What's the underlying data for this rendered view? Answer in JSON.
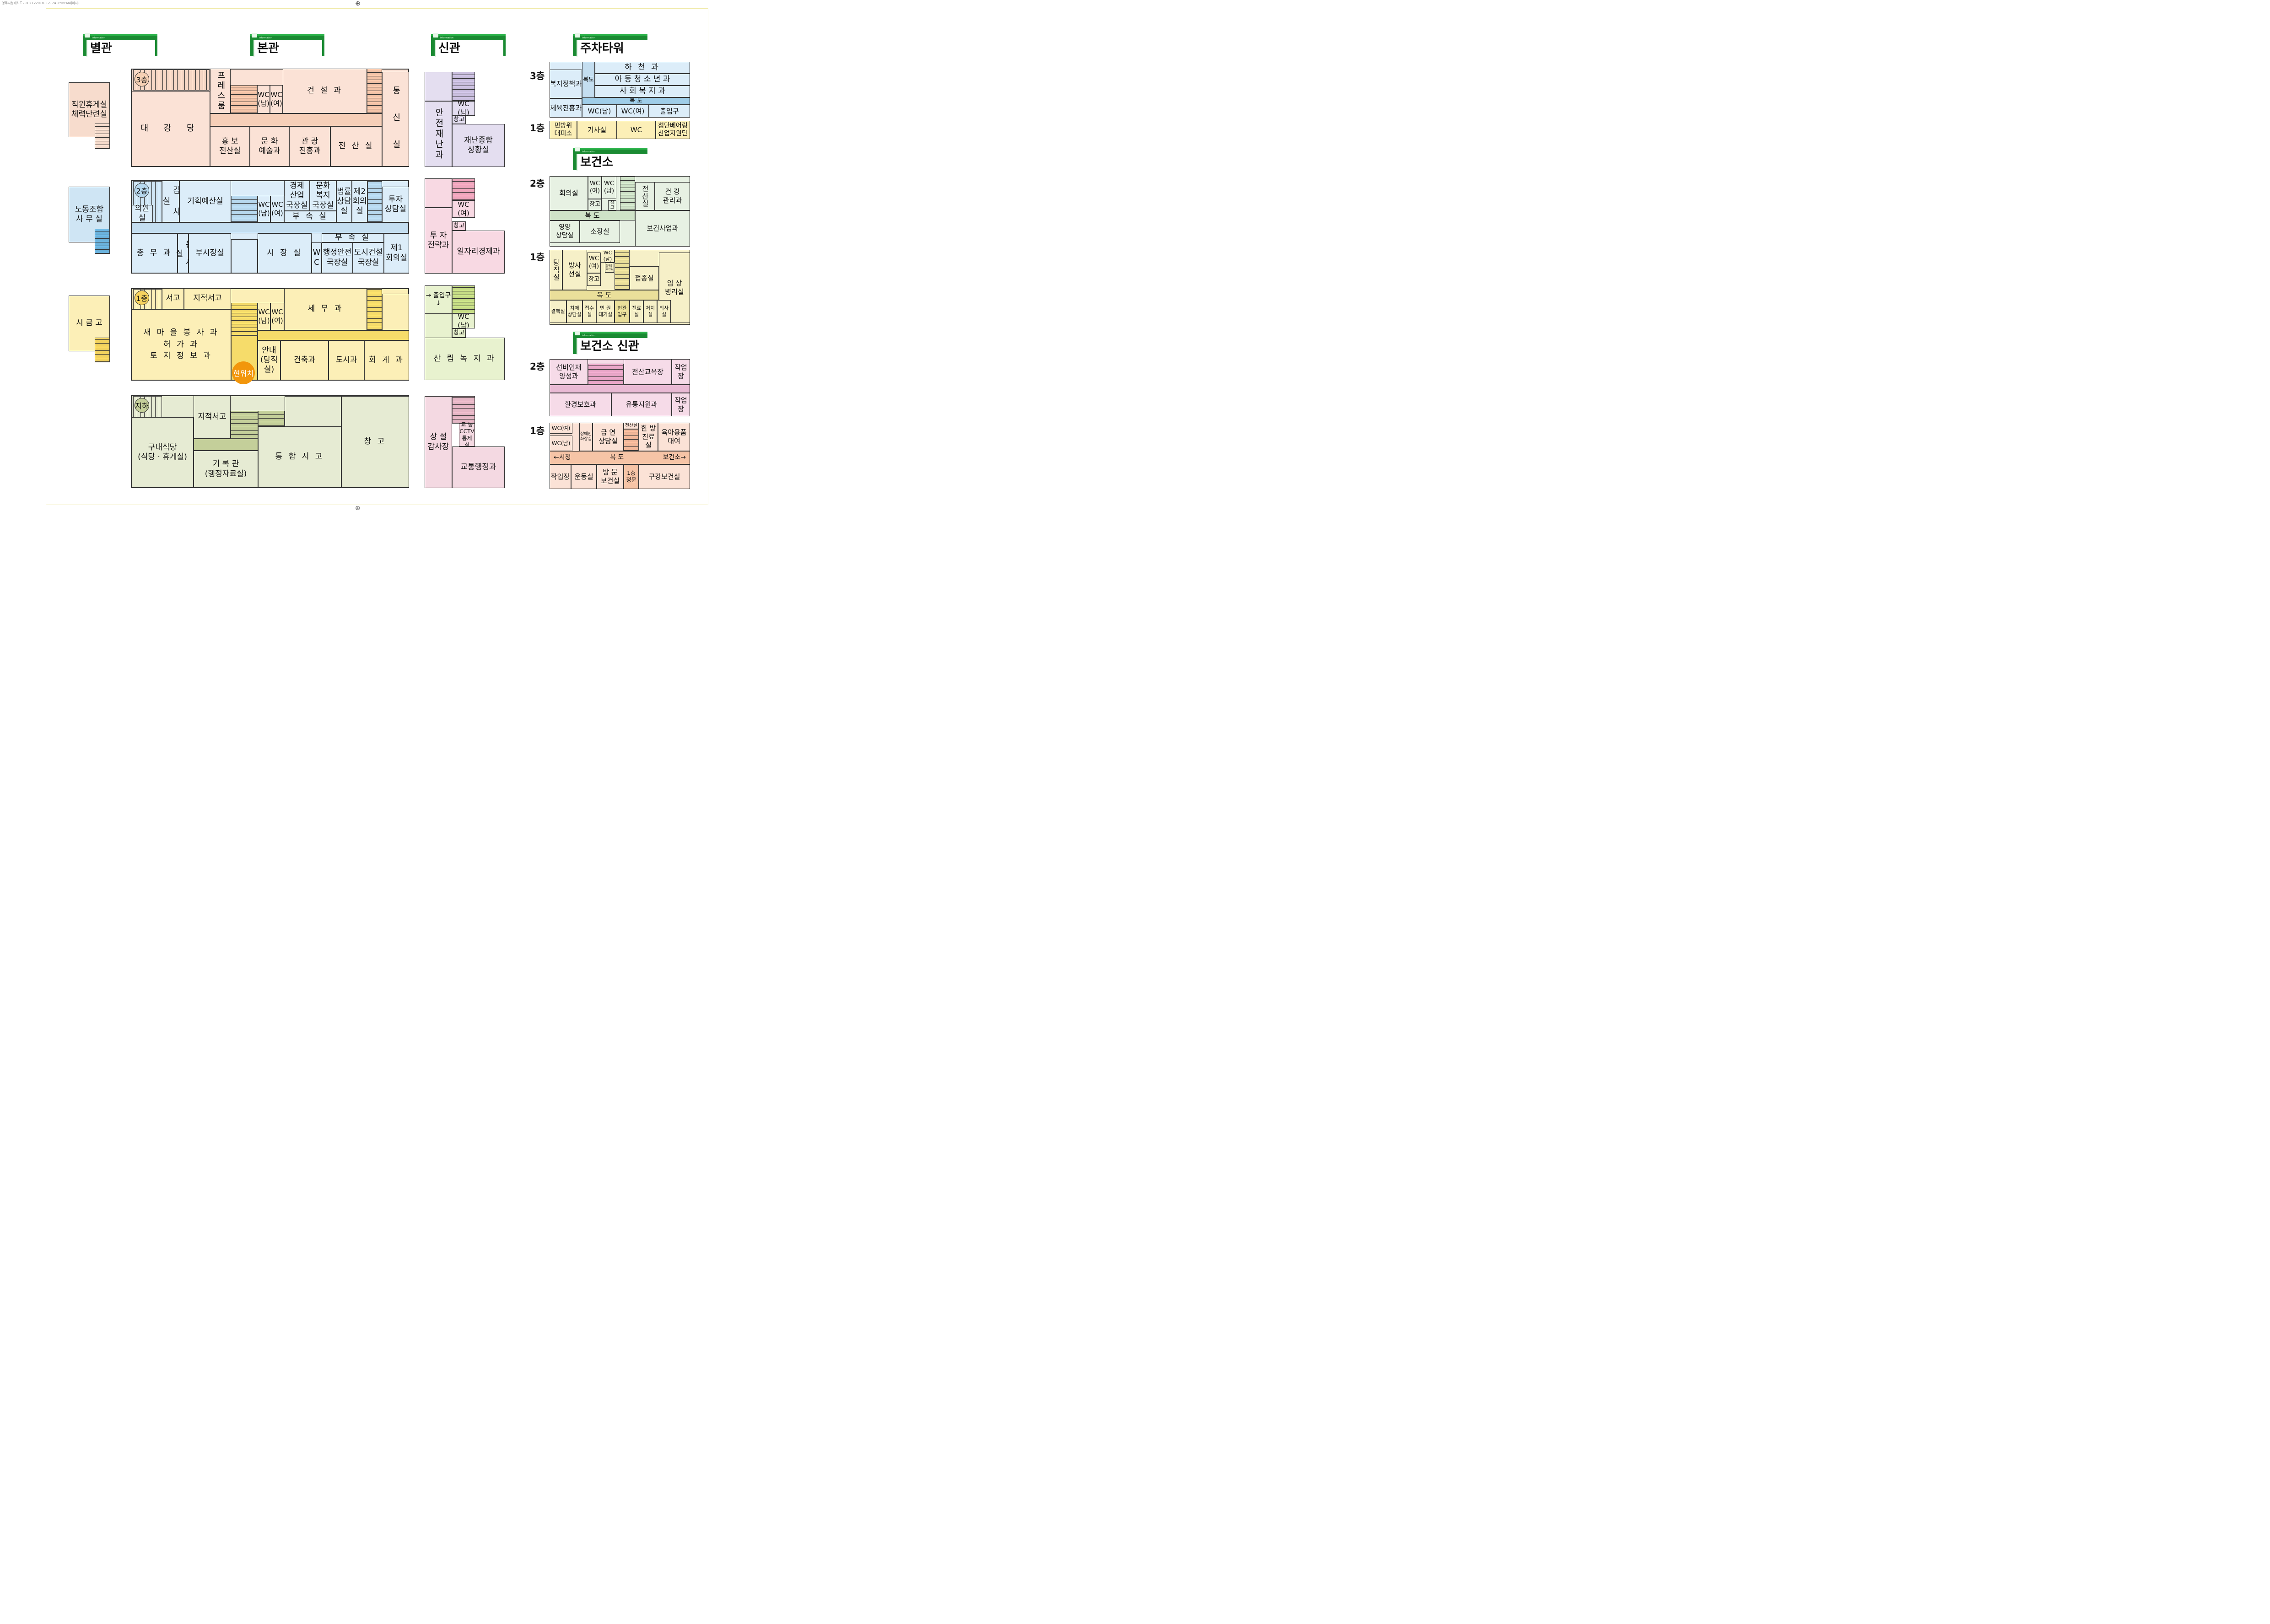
{
  "print_note": "영주시청배치도2018 122018. 12. 24 1:56PM페이지1",
  "headers": {
    "annex": "별관",
    "main": "본관",
    "new": "신관",
    "parking": "주차타워",
    "health": "보건소",
    "health_new": "보건소 신관",
    "small": "information"
  },
  "floors": {
    "f3": "3층",
    "f2": "2층",
    "f1": "1층",
    "b1": "지하"
  },
  "annex": {
    "a1": "직원휴게실\n체력단련실",
    "a2": "노동조합\n사 무 실",
    "a3": "시 금 고"
  },
  "main3": {
    "press": "프레스룸",
    "wcm": "WC\n(남)",
    "wcw": "WC\n(여)",
    "const": "건 설 과",
    "comm": "통 신 실",
    "hall": "대 강 당",
    "pr": "홍 보\n전산실",
    "cul": "문 화\n예술과",
    "tour": "관 광\n진흥과",
    "comp": "전 산 실"
  },
  "main2": {
    "audit": "감 사 실",
    "council": "의원실",
    "plan": "기획예산실",
    "wcm": "WC\n(남)",
    "wcw": "WC\n(여)",
    "econ": "경제\n산업\n국장실",
    "welfare": "문화\n복지\n국장실",
    "law": "법률\n상담\n실",
    "meet2": "제2\n회의\n실",
    "invest": "투자\n상담실",
    "annexroom": "부 속 실",
    "general": "총 무 과",
    "docs": "문 서 실",
    "vice": "부시장실",
    "mayor": "시 장 실",
    "wc": "W\nC",
    "annex2": "부 속 실",
    "safety": "행정안전\n국장실",
    "city": "도시건설\n국장실",
    "meet1": "제1\n회의실"
  },
  "main1": {
    "lib": "서고",
    "cadlib": "지적서고",
    "wcm": "WC\n(남)",
    "wcw": "WC\n(여)",
    "tax": "세  무  과",
    "depts": "새 마 을 봉 사 과\n허      가      과\n토 지 정 보 과",
    "info": "안내\n(당직실)",
    "arch": "건축과",
    "urban": "도시과",
    "acct": "회 계 과",
    "here": "현위치"
  },
  "b1": {
    "cafe": "구내식당\n(식당 · 휴게실)",
    "cadlib": "지적서고",
    "records": "기 록 관\n(행정자료실)",
    "store": "통 합 서 고",
    "ware": "창  고"
  },
  "new": {
    "safety": "안전재난과",
    "wcm": "WC\n(남)",
    "storage": "창고",
    "disaster": "재난종합\n상황실",
    "strategy": "투 자\n전략과",
    "wcw": "WC\n(여)",
    "jobs": "일자리경제과",
    "entrance": "→ 출입구\n↓",
    "forest": "산 림 녹 지 과",
    "audit": "상  설\n감사장",
    "cctv": "교  통\nCCTV\n통제실",
    "traffic": "교통행정과"
  },
  "parking": {
    "fl3": "3층",
    "fl1": "1층",
    "river": "하   천   과",
    "youth": "아 동 청 소 년 과",
    "social": "사 회 복 지 과",
    "hall": "복   도",
    "hallv": "복도",
    "welfare": "복지정책과",
    "sports": "체육진흥과",
    "wcm": "WC(남)",
    "wcw": "WC(여)",
    "entry": "출입구",
    "civil": "민방위\n대피소",
    "driver": "기사실",
    "wc": "WC",
    "bearing": "첨단베어링\n산업지원단"
  },
  "health": {
    "fl2": "2층",
    "fl1": "1층",
    "meet": "회의실",
    "wcm": "WC\n(여)",
    "wcw": "WC\n(남)",
    "storage": "창고",
    "store2": "창고",
    "comp": "전산실",
    "care": "건 강\n관리과",
    "hall": "복       도",
    "nutri": "영양\n상담실",
    "lounge": "소장실",
    "biz": "보건사업과",
    "duty": "당직실",
    "xray": "방사\n선실",
    "wcf": "WC\n(여)",
    "wcm1": "WC\n(남)",
    "disab": "장애인\n화장실",
    "vacc": "접종실",
    "clin": "임 상\n병리실",
    "hall1": "복    도",
    "tb": "결핵실",
    "dem": "치매\n상담실",
    "rec": "접수실",
    "civ": "민 원\n대기실",
    "ent": "현관\n입구",
    "exam": "진료실",
    "med": "처치실",
    "doc": "의사실"
  },
  "hnew": {
    "fl2": "2층",
    "fl1": "1층",
    "talent": "선비인재\n양성과",
    "edu": "전산교육장",
    "work": "작업\n장",
    "env": "환경보호과",
    "dist": "유통지원과",
    "wcw": "WC(여)",
    "wcm": "WC(남)",
    "disab": "장애인\n화장실",
    "comp": "전산실",
    "quit": "금 연\n상담실",
    "oriental": "한 방\n진료실",
    "baby": "육아용품\n대여",
    "city": "←시청",
    "hall": "복    도",
    "health": "보건소→",
    "workshop": "작업장",
    "gym": "운동실",
    "visit": "방 문\n보건실",
    "gate": "1층\n정문",
    "oral": "구강보건실"
  }
}
